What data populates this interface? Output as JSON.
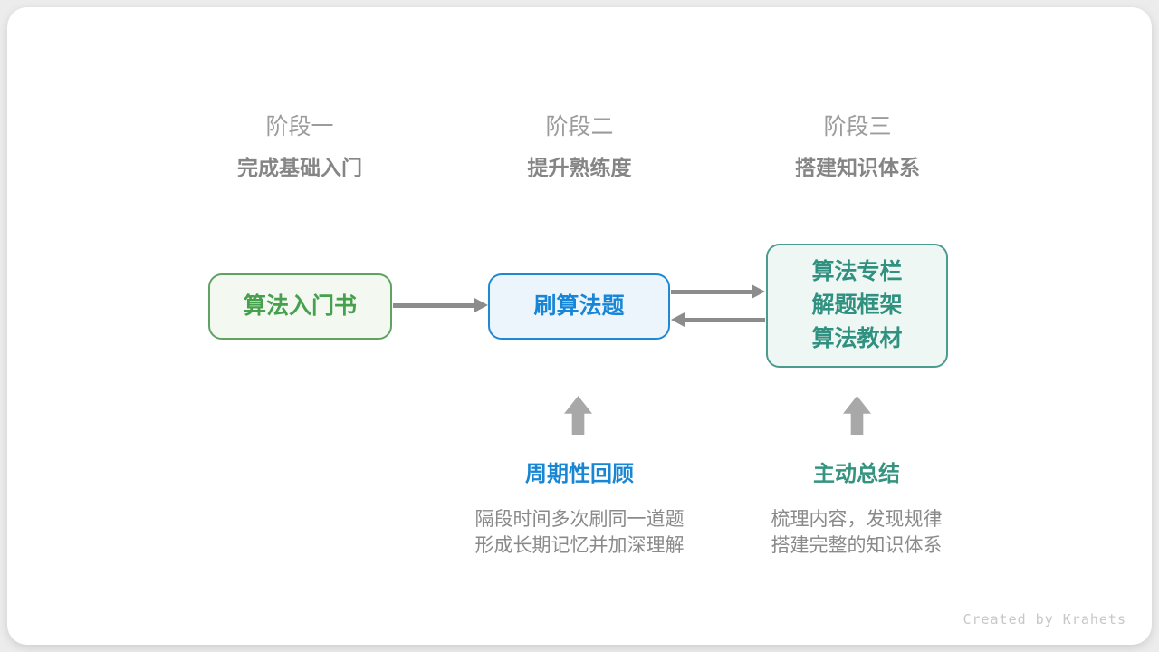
{
  "stages": [
    {
      "label": "阶段一",
      "subtitle": "完成基础入门"
    },
    {
      "label": "阶段二",
      "subtitle": "提升熟练度"
    },
    {
      "label": "阶段三",
      "subtitle": "搭建知识体系"
    }
  ],
  "nodes": {
    "intro_book": {
      "label": "算法入门书"
    },
    "practice": {
      "label": "刷算法题"
    },
    "resources": {
      "lines": [
        "算法专栏",
        "解题框架",
        "算法教材"
      ]
    }
  },
  "annotations": [
    {
      "title": "周期性回顾",
      "lines": [
        "隔段时间多次刷同一道题",
        "形成长期记忆并加深理解"
      ]
    },
    {
      "title": "主动总结",
      "lines": [
        "梳理内容，发现规律",
        "搭建完整的知识体系"
      ]
    }
  ],
  "credit": "Created by Krahets",
  "icons": [
    {
      "name": "arrow-right-icon",
      "shape": "gray horizontal arrow pointing right"
    },
    {
      "name": "arrow-left-icon",
      "shape": "gray horizontal arrow pointing left"
    },
    {
      "name": "arrow-up-icon",
      "shape": "gray block arrow pointing up"
    }
  ],
  "colors": {
    "page_background": "#ECECEC",
    "card_background": "#FFFFFF",
    "green_text": "#46A04E",
    "green_border": "#5FA263",
    "green_fill": "#F3F8F0",
    "blue_text": "#1886D6",
    "blue_border": "#1E88D2",
    "blue_fill": "#EDF5FC",
    "teal_text": "#319181",
    "teal_border": "#4A9C8E",
    "teal_fill": "#EFF7F4",
    "arrow_gray": "#8C8C8C",
    "up_arrow_gray": "#A8A8A8",
    "stage_title_gray": "#9C9C9C",
    "body_text_gray": "#8A8A8A",
    "credit_gray": "#C7C7C7"
  }
}
